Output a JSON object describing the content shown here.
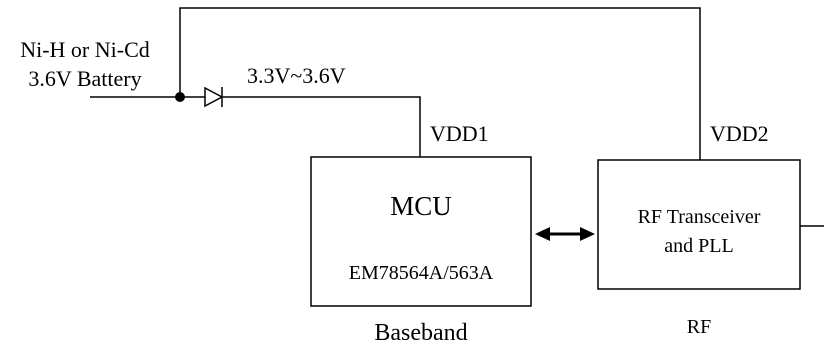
{
  "battery": {
    "line1": "Ni-H or Ni-Cd",
    "line2": "3.6V Battery"
  },
  "supply_voltage": "3.3V~3.6V",
  "vdd1": "VDD1",
  "vdd2": "VDD2",
  "mcu": {
    "title": "MCU",
    "part": "EM78564A/563A",
    "section": "Baseband"
  },
  "rf": {
    "line1": "RF Transceiver",
    "line2": "and PLL",
    "section": "RF"
  }
}
